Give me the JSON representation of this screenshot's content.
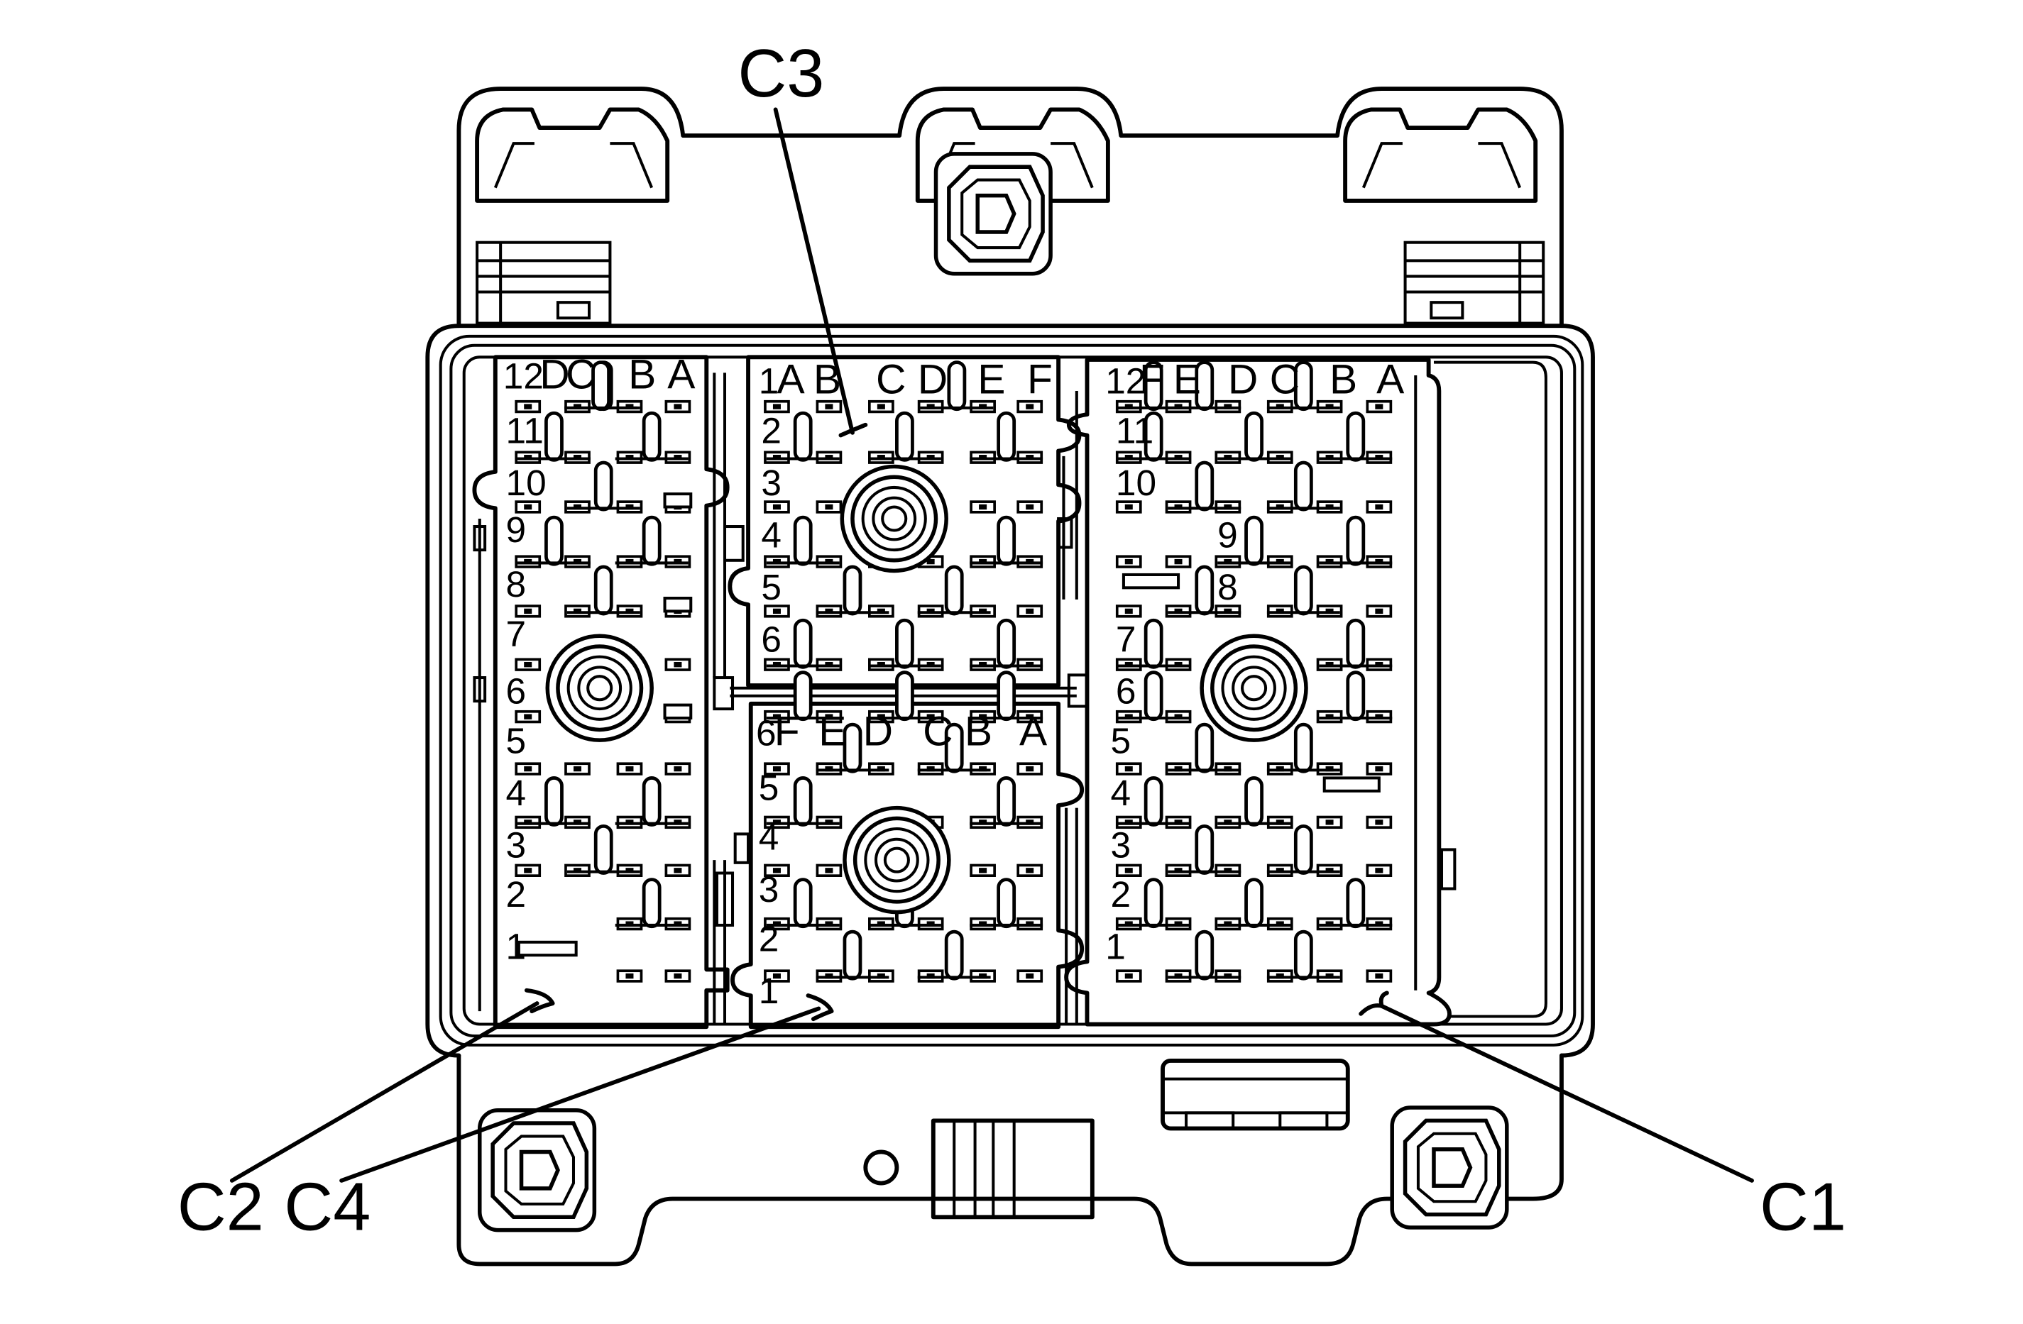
{
  "figure": {
    "callouts": [
      "C1",
      "C2",
      "C3",
      "C4"
    ]
  },
  "c2": {
    "header": [
      "12",
      "D",
      "C",
      "B",
      "A"
    ],
    "rows": [
      "11",
      "10",
      "9",
      "8",
      "7",
      "6",
      "5",
      "4",
      "3",
      "2",
      "1"
    ]
  },
  "c3": {
    "header": [
      "1",
      "A",
      "B",
      "C",
      "D",
      "E",
      "F"
    ],
    "rows": [
      "2",
      "3",
      "4",
      "5",
      "6"
    ]
  },
  "c4": {
    "header": [
      "6",
      "F",
      "E",
      "D",
      "C",
      "B",
      "A"
    ],
    "rows": [
      "5",
      "4",
      "3",
      "2",
      "1"
    ]
  },
  "c1": {
    "header": [
      "12",
      "F",
      "E",
      "D",
      "C",
      "B",
      "A"
    ],
    "rows": [
      "11",
      "10",
      "9",
      "8",
      "7",
      "6",
      "5",
      "4",
      "3",
      "2",
      "1"
    ]
  }
}
